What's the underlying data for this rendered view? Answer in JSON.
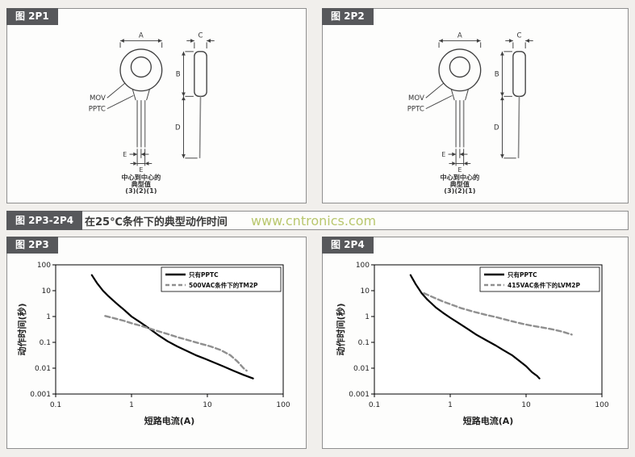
{
  "colors": {
    "page_bg": "#f1efec",
    "panel_border": "#8f8f8f",
    "tag_bg": "#57585b",
    "watermark": "#b2c25f",
    "solid_series": "#000000",
    "dashed_series": "#8f8f8f"
  },
  "top_panels": [
    {
      "label": "图 2P1"
    },
    {
      "label": "图 2P2"
    }
  ],
  "drawing": {
    "dim_a": "A",
    "dim_b": "B",
    "dim_c": "C",
    "dim_d": "D",
    "dim_e": "E",
    "mov_label": "MOV",
    "pptc_label": "PPTC",
    "caption_line1": "中心到中心的",
    "caption_line2": "典型值",
    "caption_line3": "(3)(2)(1)"
  },
  "section_header": {
    "label": "图 2P3-2P4",
    "title": "在25℃条件下的典型动作时间",
    "watermark": "www.cntronics.com"
  },
  "chart_panels": [
    {
      "label": "图 2P3"
    },
    {
      "label": "图 2P4"
    }
  ],
  "chart_data": [
    {
      "type": "line",
      "title": "图 2P3",
      "xlabel": "短路电流(A)",
      "ylabel": "动作时间(秒)",
      "xscale": "log",
      "yscale": "log",
      "xlim": [
        0.1,
        100
      ],
      "ylim": [
        0.001,
        100
      ],
      "xticks": [
        "0.1",
        "1",
        "10",
        "100"
      ],
      "yticks": [
        "100",
        "10",
        "1",
        "0.1",
        "0.01",
        "0.001"
      ],
      "grid": false,
      "legend_position": "top-right",
      "series": [
        {
          "name": "只有PPTC",
          "style": "solid",
          "color": "#000000",
          "points": [
            [
              0.3,
              40
            ],
            [
              0.35,
              20
            ],
            [
              0.42,
              10
            ],
            [
              0.5,
              6
            ],
            [
              0.65,
              3
            ],
            [
              0.8,
              1.8
            ],
            [
              1,
              1
            ],
            [
              1.3,
              0.6
            ],
            [
              1.7,
              0.35
            ],
            [
              2.2,
              0.2
            ],
            [
              3,
              0.11
            ],
            [
              4,
              0.07
            ],
            [
              5.5,
              0.045
            ],
            [
              7,
              0.032
            ],
            [
              9,
              0.024
            ],
            [
              12,
              0.017
            ],
            [
              16,
              0.012
            ],
            [
              22,
              0.008
            ],
            [
              30,
              0.0055
            ],
            [
              40,
              0.004
            ]
          ]
        },
        {
          "name": "500VAC条件下的TM2P",
          "style": "dashed",
          "color": "#8f8f8f",
          "points": [
            [
              0.45,
              1.05
            ],
            [
              0.6,
              0.85
            ],
            [
              0.8,
              0.68
            ],
            [
              1,
              0.55
            ],
            [
              1.4,
              0.42
            ],
            [
              2,
              0.3
            ],
            [
              3,
              0.21
            ],
            [
              4,
              0.16
            ],
            [
              6,
              0.115
            ],
            [
              8,
              0.09
            ],
            [
              11,
              0.07
            ],
            [
              15,
              0.05
            ],
            [
              20,
              0.032
            ],
            [
              25,
              0.018
            ],
            [
              30,
              0.01
            ],
            [
              33,
              0.008
            ]
          ]
        }
      ]
    },
    {
      "type": "line",
      "title": "图 2P4",
      "xlabel": "短路电流(A)",
      "ylabel": "动作时间(秒)",
      "xscale": "log",
      "yscale": "log",
      "xlim": [
        0.1,
        100
      ],
      "ylim": [
        0.001,
        100
      ],
      "xticks": [
        "0.1",
        "1",
        "10",
        "100"
      ],
      "yticks": [
        "100",
        "10",
        "1",
        "0.1",
        "0.01",
        "0.001"
      ],
      "grid": false,
      "legend_position": "top-right",
      "series": [
        {
          "name": "只有PPTC",
          "style": "solid",
          "color": "#000000",
          "points": [
            [
              0.3,
              40
            ],
            [
              0.35,
              18
            ],
            [
              0.42,
              8
            ],
            [
              0.5,
              4.5
            ],
            [
              0.65,
              2.2
            ],
            [
              0.8,
              1.4
            ],
            [
              1,
              0.9
            ],
            [
              1.3,
              0.55
            ],
            [
              1.7,
              0.33
            ],
            [
              2.2,
              0.2
            ],
            [
              3,
              0.12
            ],
            [
              4,
              0.075
            ],
            [
              5,
              0.05
            ],
            [
              6.5,
              0.032
            ],
            [
              8,
              0.02
            ],
            [
              10,
              0.012
            ],
            [
              12,
              0.007
            ],
            [
              14,
              0.005
            ],
            [
              15,
              0.004
            ]
          ]
        },
        {
          "name": "415VAC条件下的LVM2P",
          "style": "dashed",
          "color": "#8f8f8f",
          "points": [
            [
              0.45,
              8
            ],
            [
              0.6,
              5.5
            ],
            [
              0.8,
              3.8
            ],
            [
              1,
              3
            ],
            [
              1.4,
              2.1
            ],
            [
              2,
              1.55
            ],
            [
              3,
              1.15
            ],
            [
              4,
              0.95
            ],
            [
              5,
              0.8
            ],
            [
              7,
              0.62
            ],
            [
              9,
              0.52
            ],
            [
              12,
              0.44
            ],
            [
              16,
              0.38
            ],
            [
              22,
              0.32
            ],
            [
              30,
              0.26
            ],
            [
              40,
              0.2
            ]
          ]
        }
      ]
    }
  ]
}
